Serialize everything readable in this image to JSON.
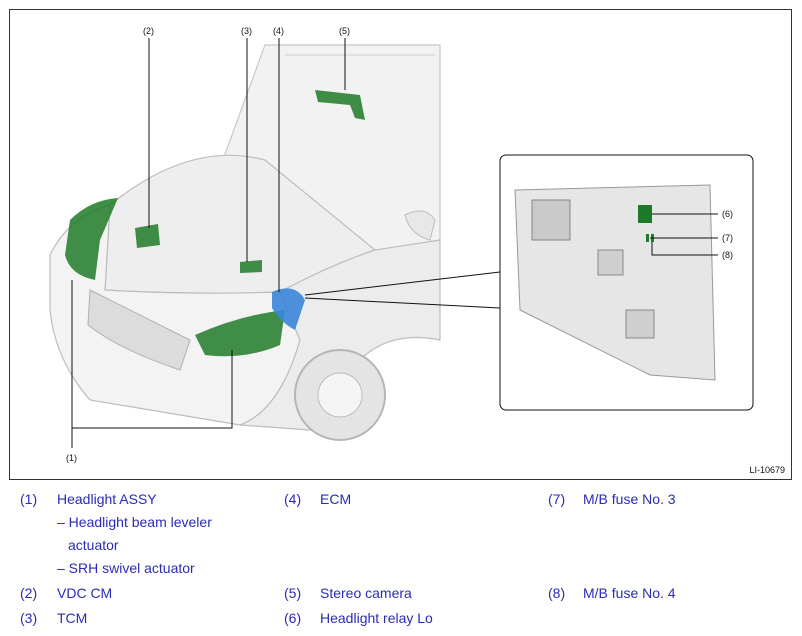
{
  "figure": {
    "id": "LI-10679",
    "callouts": {
      "c1": "(1)",
      "c2": "(2)",
      "c3": "(3)",
      "c4": "(4)",
      "c5": "(5)",
      "c6": "(6)",
      "c7": "(7)",
      "c8": "(8)"
    },
    "colors": {
      "component": "#1e7a28",
      "ecm": "#3b86d9",
      "line": "#111111"
    }
  },
  "legend": {
    "items": [
      {
        "num": "(1)",
        "label": "Headlight ASSY"
      },
      {
        "num": "",
        "label": "– Headlight beam leveler"
      },
      {
        "num": "",
        "label": "actuator"
      },
      {
        "num": "",
        "label": "– SRH swivel actuator"
      },
      {
        "num": "(2)",
        "label": "VDC CM"
      },
      {
        "num": "(3)",
        "label": "TCM"
      },
      {
        "num": "(4)",
        "label": "ECM"
      },
      {
        "num": "(5)",
        "label": "Stereo camera"
      },
      {
        "num": "(6)",
        "label": "Headlight relay Lo"
      },
      {
        "num": "(7)",
        "label": "M/B fuse No. 3"
      },
      {
        "num": "(8)",
        "label": "M/B fuse No. 4"
      }
    ],
    "color": "#2b2bb5"
  }
}
